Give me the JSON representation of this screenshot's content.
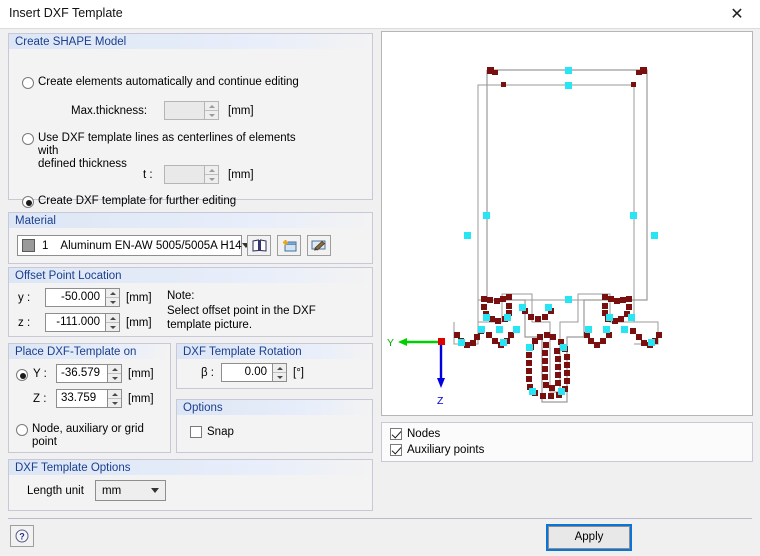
{
  "window": {
    "title": "Insert DXF Template",
    "close_icon": "close-icon"
  },
  "create_shape_model": {
    "legend": "Create SHAPE Model",
    "option_auto": {
      "label": "Create elements automatically and continue editing",
      "selected": false
    },
    "max_thickness": {
      "label": "Max.thickness:",
      "value": "",
      "unit": "[mm]",
      "enabled": false
    },
    "option_centerlines": {
      "label_line1": "Use DXF template lines as centerlines of elements with",
      "label_line2": "defined thickness",
      "selected": false
    },
    "thickness_t": {
      "label": "t :",
      "value": "",
      "unit": "[mm]",
      "enabled": false
    },
    "option_template": {
      "label": "Create DXF template for further editing",
      "selected": true
    }
  },
  "material": {
    "legend": "Material",
    "number": "1",
    "name": "Aluminum EN-AW 5005/5005A H14",
    "buttons": [
      {
        "name": "material-library-button",
        "icon": "book-icon"
      },
      {
        "name": "new-material-button",
        "icon": "new-window-icon"
      },
      {
        "name": "edit-material-button",
        "icon": "edit-icon"
      }
    ]
  },
  "offset_point_location": {
    "legend": "Offset Point Location",
    "y": {
      "label": "y :",
      "value": "-50.000",
      "unit": "[mm]"
    },
    "z": {
      "label": "z :",
      "value": "-111.000",
      "unit": "[mm]"
    },
    "note_title": "Note:",
    "note_line1": "Select offset point in the DXF",
    "note_line2": "template picture."
  },
  "place_dxf_template": {
    "legend": "Place DXF-Template on",
    "option_coords_selected": true,
    "y": {
      "label": "Y :",
      "value": "-36.579",
      "unit": "[mm]"
    },
    "z": {
      "label": "Z :",
      "value": "33.759",
      "unit": "[mm]"
    },
    "option_node": {
      "label": "Node, auxiliary or grid point",
      "selected": false
    }
  },
  "dxf_template_rotation": {
    "legend": "DXF Template Rotation",
    "beta": {
      "label": "β :",
      "value": "0.00",
      "unit": "[°]"
    }
  },
  "options": {
    "legend": "Options",
    "snap": {
      "label": "Snap",
      "checked": false
    }
  },
  "dxf_template_options": {
    "legend": "DXF Template Options",
    "length_unit_label": "Length unit",
    "length_unit_value": "mm"
  },
  "preview": {
    "axis_y_label": "Y",
    "axis_z_label": "Z",
    "colors": {
      "node": "#27e5f2",
      "aux_point": "#7a0f0f",
      "outline": "#9a9a9a",
      "axis_y": "#00d000",
      "axis_z": "#0000e0",
      "origin": "#e00000"
    }
  },
  "legend_panel": {
    "nodes": {
      "label": "Nodes",
      "checked": true
    },
    "aux_points": {
      "label": "Auxiliary points",
      "checked": true
    }
  },
  "footer": {
    "apply_label": "Apply",
    "help_icon": "help-icon"
  }
}
